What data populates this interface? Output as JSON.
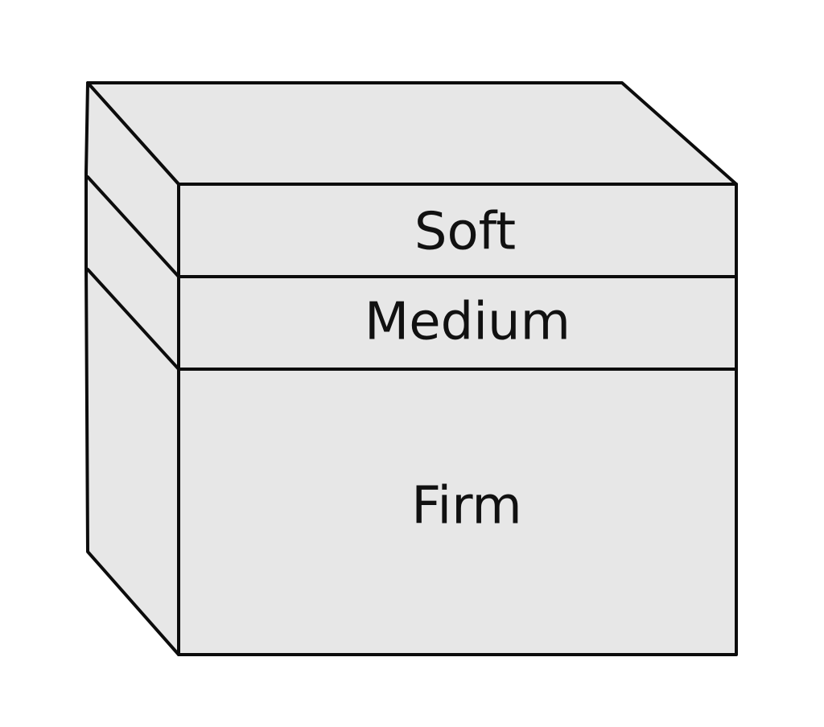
{
  "layers": [
    {
      "label": "Soft"
    },
    {
      "label": "Medium"
    },
    {
      "label": "Firm"
    }
  ],
  "colors": {
    "fill": "#e7e7e7",
    "stroke": "#0c0c0c",
    "text": "#111111"
  }
}
